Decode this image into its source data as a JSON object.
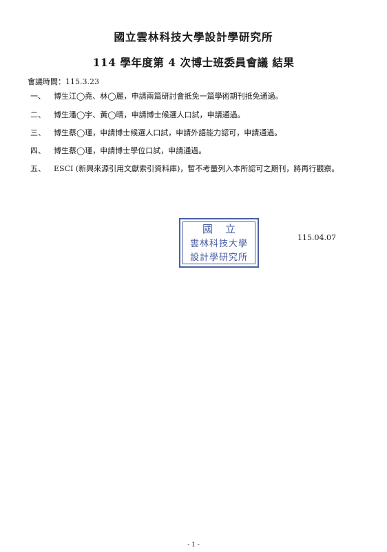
{
  "header": {
    "institute": "國立雲林科技大學設計學研究所",
    "meeting_title": "114 學年度第 4 次博士班委員會議 結果"
  },
  "meeting_time": "會議時間：115.3.23",
  "items": [
    {
      "num": "一、",
      "text": "博生江◯堯、林◯麗，申請兩篇研討會抵免一篇學術期刊抵免通過。"
    },
    {
      "num": "二、",
      "text": "博生潘◯宇、黃◯晴，申請博士候選人口試，申請通過。"
    },
    {
      "num": "三、",
      "text": "博生蔡◯瑾，申請博士候選人口試，申請外語能力認可，申請通過。"
    },
    {
      "num": "四、",
      "text": "博生蔡◯瑾，申請博士學位口試，申請通過。"
    },
    {
      "num": "五、",
      "text": "ESCI (新興來源引用文獻索引資料庫)，暫不考量列入本所認可之期刊，將再行觀察。"
    }
  ],
  "stamp": {
    "line1": "國立",
    "line2": "雲林科技大學",
    "line3": "設計學研究所"
  },
  "date": "115.04.07",
  "page_number": "- 1 -"
}
